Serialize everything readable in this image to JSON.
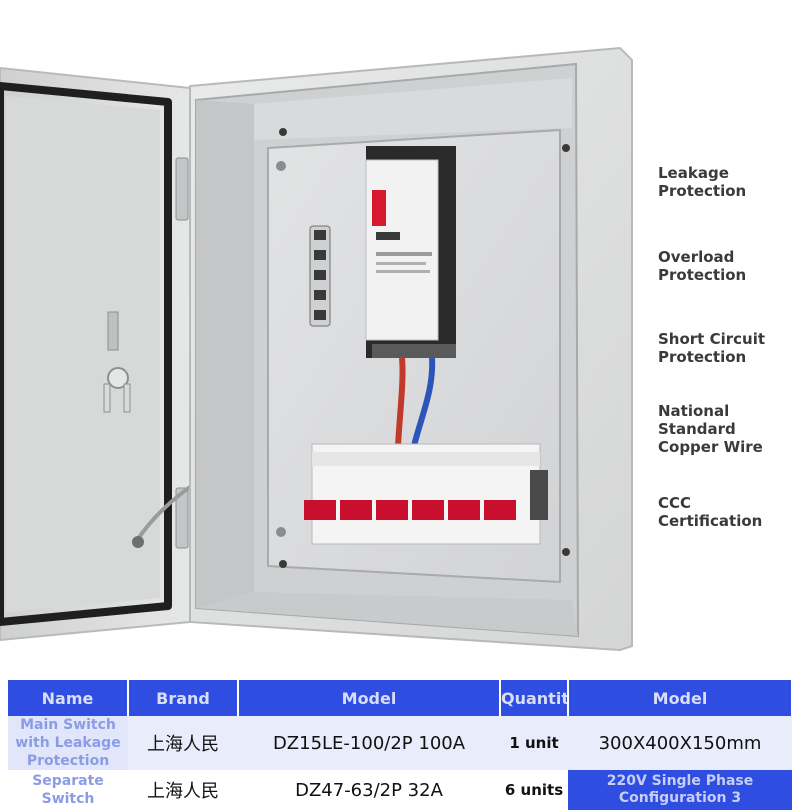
{
  "features": [
    "Leakage Protection",
    "Overload Protection",
    "Short Circuit Protection",
    "National Standard Copper Wire",
    "CCC Certification"
  ],
  "table": {
    "headers": [
      "Name",
      "Brand",
      "Model",
      "Quantity",
      "Model"
    ],
    "rows": [
      [
        "Main Switch with Leakage Protection",
        "上海人民",
        "DZ15LE-100/2P 100A",
        "1 unit",
        "300X400X150mm"
      ],
      [
        "Separate Switch",
        "上海人民",
        "DZ47-63/2P 32A",
        "6 units",
        "220V Single Phase Configuration 3"
      ]
    ]
  },
  "colors": {
    "header_bg": "#2f4de0",
    "enclosure": "#dcdddd",
    "breaker_red": "#c8102e"
  }
}
